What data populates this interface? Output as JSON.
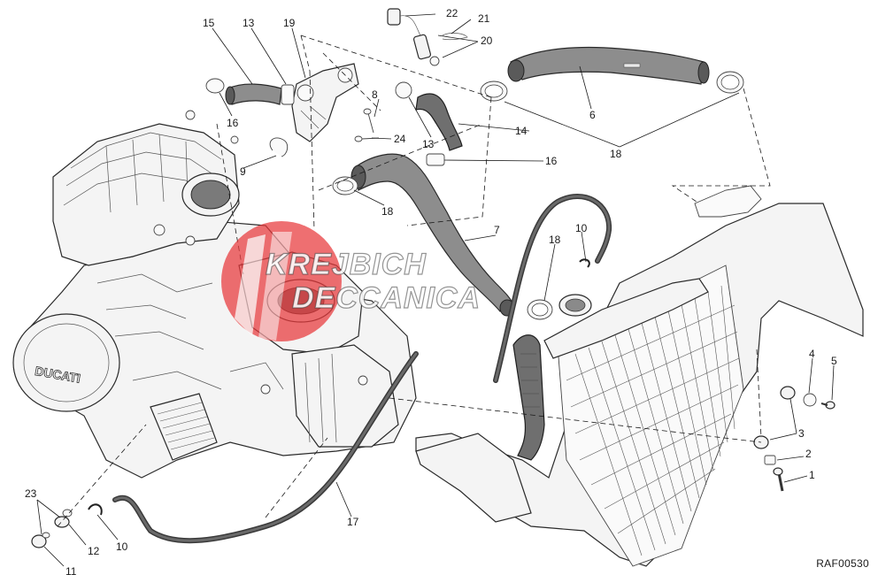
{
  "diagram": {
    "drawing_code": "RAF00530",
    "watermark": {
      "line1": "KREJBICH",
      "line2": "DECCANICA",
      "color": "#e8393b"
    },
    "callouts": {
      "c1": "1",
      "c2": "2",
      "c3": "3",
      "c4": "4",
      "c5": "5",
      "c6": "6",
      "c7": "7",
      "c8": "8",
      "c9": "9",
      "c10a": "10",
      "c10b": "10",
      "c11": "11",
      "c12": "12",
      "c13a": "13",
      "c13b": "13",
      "c14": "14",
      "c15": "15",
      "c16a": "16",
      "c16b": "16",
      "c17": "17",
      "c18a": "18",
      "c18b": "18",
      "c18c": "18",
      "c19": "19",
      "c20": "20",
      "c21": "21",
      "c22": "22",
      "c23": "23",
      "c24": "24"
    }
  }
}
